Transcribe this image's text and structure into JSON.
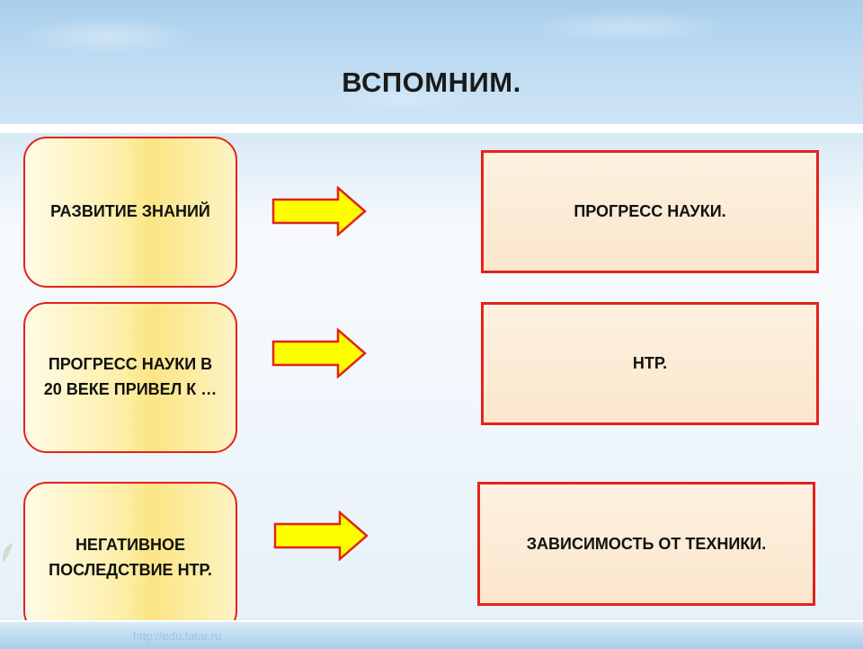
{
  "slide": {
    "title": "ВСПОМНИМ.",
    "footer_url": "http://edu.tatar.ru"
  },
  "rows": [
    {
      "left": "РАЗВИТИЕ ЗНАНИЙ",
      "arrow": "right-arrow-icon",
      "right": "ПРОГРЕСС НАУКИ."
    },
    {
      "left": "ПРОГРЕСС НАУКИ В 20 ВЕКЕ  ПРИВЕЛ К …",
      "arrow": "right-arrow-icon",
      "right": "НТР."
    },
    {
      "left": "НЕГАТИВНОЕ ПОСЛЕДСТВИЕ НТР.",
      "arrow": "right-arrow-icon",
      "right": "ЗАВИСИМОСТЬ ОТ ТЕХНИКИ."
    }
  ],
  "colors": {
    "border": "#e2231a",
    "arrow_fill": "#ffff00",
    "header": "#bcdaf1"
  }
}
